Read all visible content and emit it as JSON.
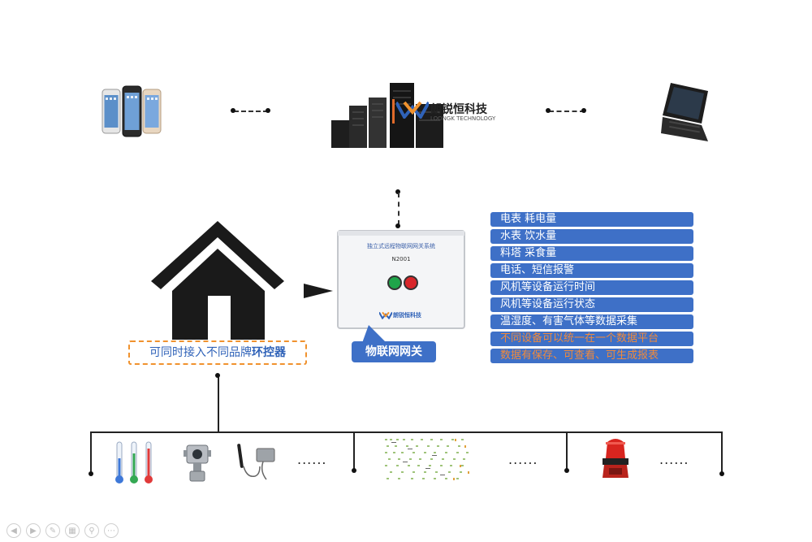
{
  "logo": {
    "name": "朗锐恒科技",
    "sub": "LOONGK TECHNOLOGY"
  },
  "gateway_box": {
    "title": "独立式远程物联网网关系统",
    "model": "N2001",
    "brand": "朗锐恒科技"
  },
  "gateway_label": "物联网网关",
  "brand_note": {
    "prefix": "可同时接入不同品牌",
    "emphasis": "环控器"
  },
  "info_items": [
    {
      "text": "电表 耗电量",
      "highlight": false
    },
    {
      "text": "水表 饮水量",
      "highlight": false
    },
    {
      "text": "料塔 采食量",
      "highlight": false
    },
    {
      "text": "电话、短信报警",
      "highlight": false
    },
    {
      "text": "风机等设备运行时间",
      "highlight": false
    },
    {
      "text": "风机等设备运行状态",
      "highlight": false
    },
    {
      "text": "温湿度、有害气体等数据采集",
      "highlight": false
    },
    {
      "text": "不同设备可以统一在一个数据平台",
      "highlight": true
    },
    {
      "text": "数据有保存、可查看、可生成报表",
      "highlight": true
    }
  ],
  "ellipsis": "......",
  "icons": {
    "phones": "smartphones-icon",
    "servers": "server-rack-icon",
    "laptop": "laptop-icon",
    "house": "house-icon",
    "arrow": "arrow-right-icon",
    "thermometers": "thermometer-icon",
    "gas_detector": "gas-detector-icon",
    "sensor": "temperature-sensor-icon",
    "controller": "controller-panel-icon",
    "alarm": "alarm-siren-icon"
  },
  "colors": {
    "accent_blue": "#3e70c7",
    "highlight_orange": "#f08a3c",
    "dashed_orange": "#f0922e"
  }
}
